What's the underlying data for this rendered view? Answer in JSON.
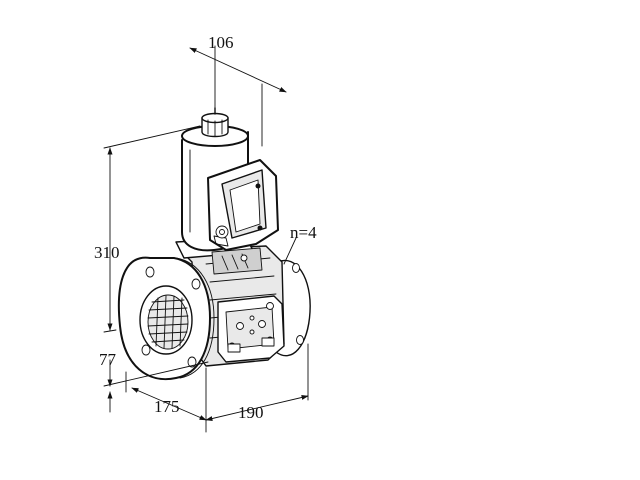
{
  "dimensions": {
    "top_width": "106",
    "height_total": "310",
    "height_lower": "77",
    "depth": "175",
    "length": "190",
    "bolt_holes": "n=4"
  }
}
